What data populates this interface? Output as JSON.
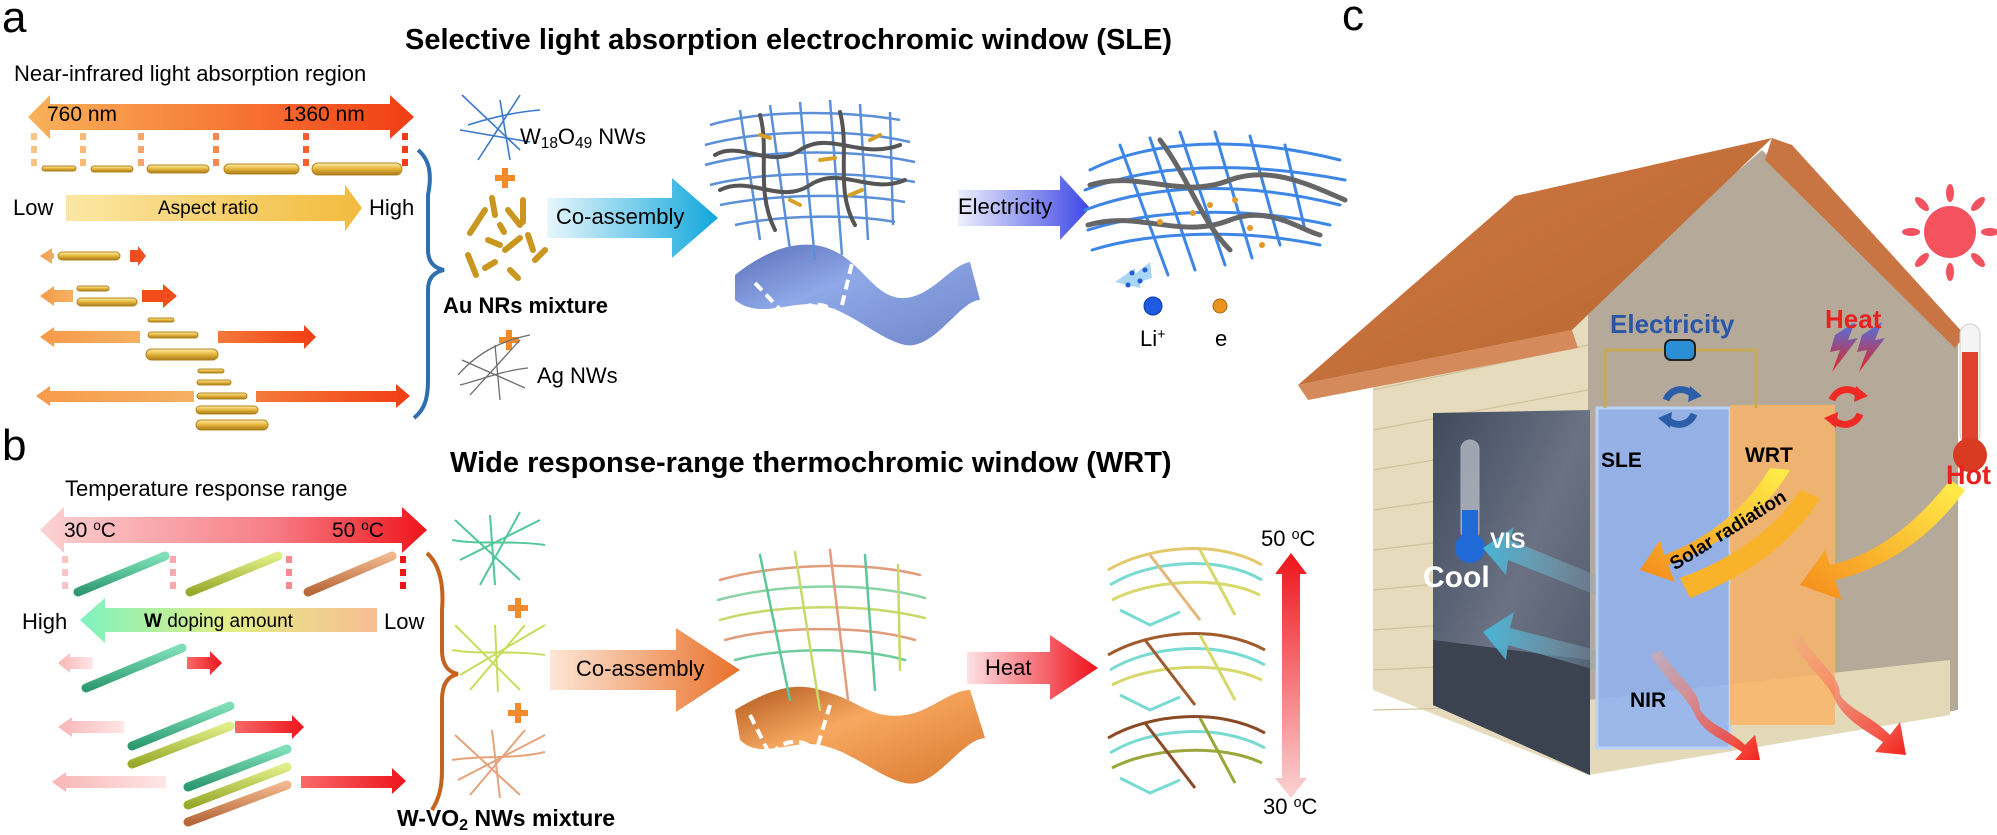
{
  "panels": {
    "a": {
      "letter": "a",
      "title": "Selective light absorption electrochromic window (SLE)",
      "nir_region_label": "Near-infrared light absorption region",
      "nir_min": "760 nm",
      "nir_max": "1360 nm",
      "aspect_low": "Low",
      "aspect_label": "Aspect ratio",
      "aspect_high": "High",
      "w18o49_label": {
        "base": "W",
        "sub1": "18",
        "mid": "O",
        "sub2": "49",
        "tail": " NWs"
      },
      "au_mixture_label": "Au NRs mixture",
      "ag_label": "Ag NWs",
      "coassembly_label": "Co-assembly",
      "electricity_label": "Electricity",
      "li_label": {
        "base": "Li",
        "sup": "+"
      },
      "e_label": "e"
    },
    "b": {
      "letter": "b",
      "title": "Wide response-range thermochromic window (WRT)",
      "temp_range_label": "Temperature response range",
      "temp_min": {
        "value": "30 ",
        "unit_sup": "o",
        "unit": "C"
      },
      "temp_max": {
        "value": "50 ",
        "unit_sup": "o",
        "unit": "C"
      },
      "doping_high": "High",
      "doping_label_bold": "W",
      "doping_label": " doping amount",
      "doping_low": "Low",
      "mixture_label": {
        "pre": "W-VO",
        "sub": "2",
        "post": " NWs mixture"
      },
      "coassembly_label": "Co-assembly",
      "heat_label": "Heat",
      "scale_top": {
        "value": "50 ",
        "unit_sup": "o",
        "unit": "C"
      },
      "scale_bottom": {
        "value": "30 ",
        "unit_sup": "o",
        "unit": "C"
      }
    },
    "c": {
      "letter": "c",
      "electricity_label": "Electricity",
      "heat_label": "Heat",
      "sle_label": "SLE",
      "wrt_label": "WRT",
      "hot_label": "Hot",
      "cool_label": "Cool",
      "vis_label": "VIS",
      "solar_label": "Solar radiation",
      "nir_label": "NIR"
    }
  },
  "colors": {
    "sle_blue": "#2a56a6",
    "heat_red": "#e8211f",
    "nir_orange": "#f47a2a",
    "gold": "#e3b23c",
    "roof": "#c8733f",
    "wall": "#b5aa9a"
  }
}
